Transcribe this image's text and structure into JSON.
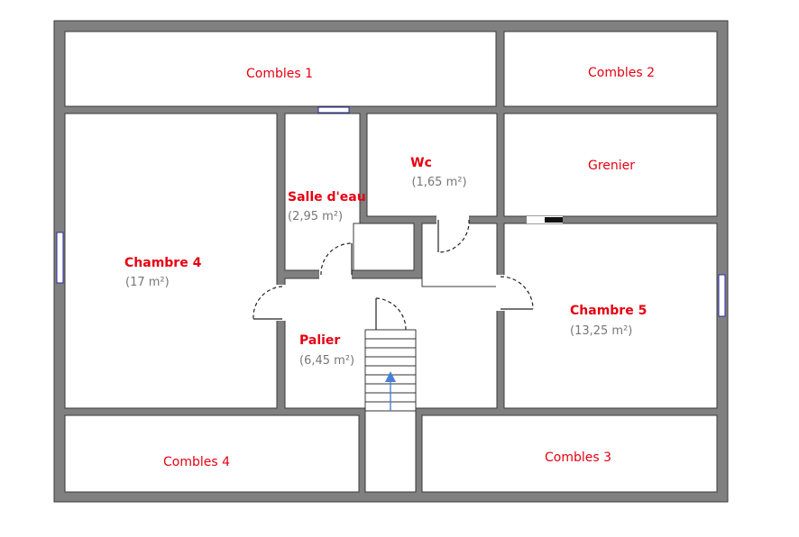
{
  "plan": {
    "rooms": [
      {
        "id": "combles-1",
        "name": "Combles 1",
        "area": ""
      },
      {
        "id": "combles-2",
        "name": "Combles 2",
        "area": ""
      },
      {
        "id": "grenier",
        "name": "Grenier",
        "area": ""
      },
      {
        "id": "wc",
        "name": "Wc",
        "area": "(1,65 m²)"
      },
      {
        "id": "salle-deau",
        "name": "Salle d'eau",
        "area": "(2,95 m²)"
      },
      {
        "id": "chambre-4",
        "name": "Chambre 4",
        "area": "(17 m²)"
      },
      {
        "id": "palier",
        "name": "Palier",
        "area": "(6,45 m²)"
      },
      {
        "id": "chambre-5",
        "name": "Chambre 5",
        "area": "(13,25 m²)"
      },
      {
        "id": "combles-4",
        "name": "Combles 4",
        "area": ""
      },
      {
        "id": "combles-3",
        "name": "Combles 3",
        "area": ""
      }
    ],
    "colors": {
      "wall": "#808080",
      "label": "#e60012",
      "area": "#777777",
      "window": "#2a2aa0",
      "stair_arrow": "#4a7fd6"
    },
    "icons": {
      "stair_arrow": "arrow-up-icon"
    }
  }
}
